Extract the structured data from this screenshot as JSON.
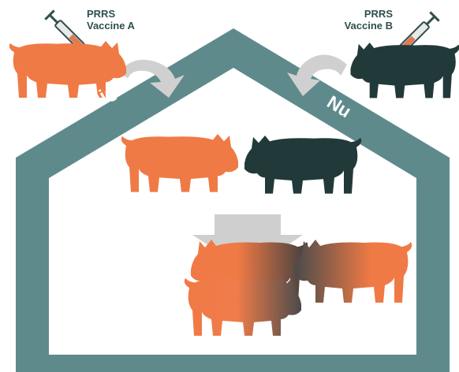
{
  "vaccine_a": {
    "line1": "PRRS",
    "line2": "Vaccine A"
  },
  "vaccine_b": {
    "line1": "PRRS",
    "line2": "Vaccine B"
  },
  "roof": {
    "left_label": "Tidligere",
    "right_label": "Nu"
  },
  "colors": {
    "house": "#5f8a8c",
    "orange": "#f07a45",
    "dark": "#22393a",
    "arrow": "#cfcfcf",
    "text": "#2f4f4f",
    "roof_text": "#ffffff"
  },
  "icons": [
    "syringe-icon",
    "pig-icon",
    "curved-arrow-icon",
    "down-arrow-icon"
  ]
}
